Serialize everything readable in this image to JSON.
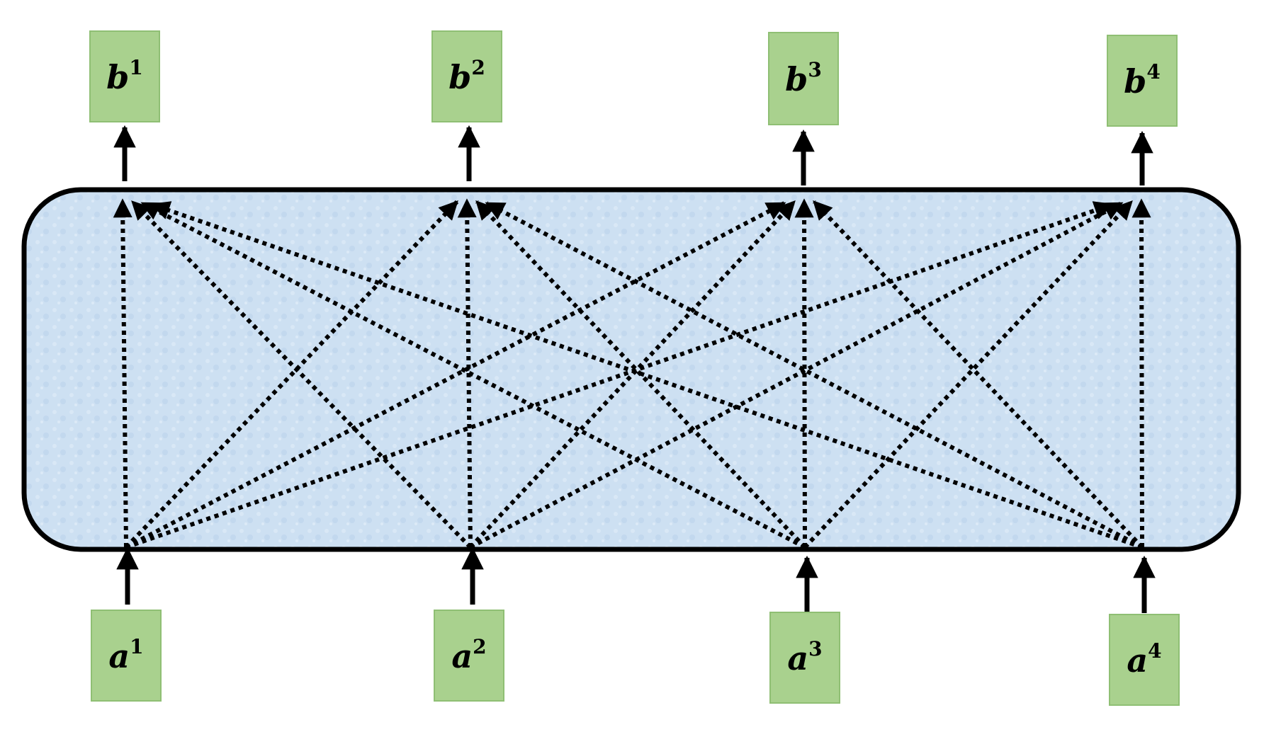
{
  "diagram": {
    "inputs": [
      {
        "base": "a",
        "sup": "1"
      },
      {
        "base": "a",
        "sup": "2"
      },
      {
        "base": "a",
        "sup": "3"
      },
      {
        "base": "a",
        "sup": "4"
      }
    ],
    "outputs": [
      {
        "base": "b",
        "sup": "1"
      },
      {
        "base": "b",
        "sup": "2"
      },
      {
        "base": "b",
        "sup": "3"
      },
      {
        "base": "b",
        "sup": "4"
      }
    ],
    "connections": "all-to-all",
    "colors": {
      "node_fill": "#a9d18e",
      "node_border": "#8fbf74",
      "layer_fill": "#cfe2f3",
      "layer_border": "#000000",
      "arrow": "#000000"
    }
  }
}
